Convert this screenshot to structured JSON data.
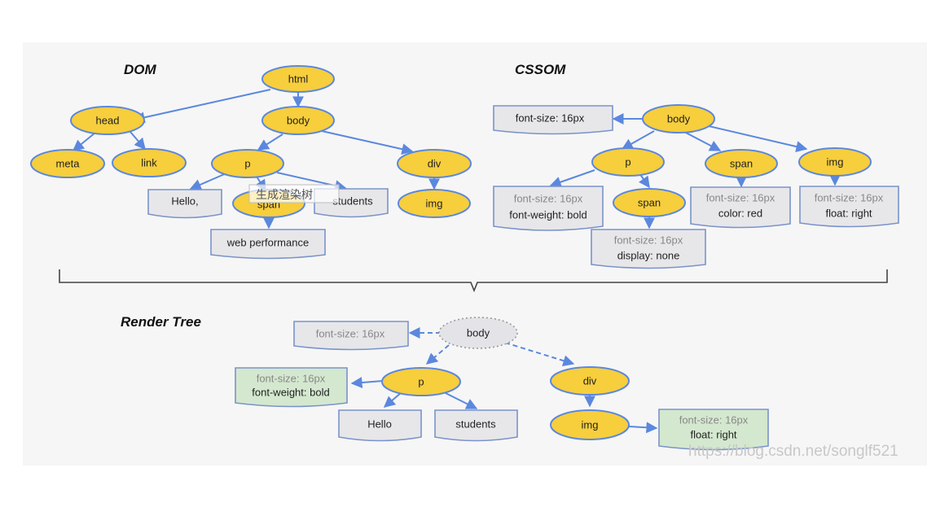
{
  "headings": {
    "dom": "DOM",
    "cssom": "CSSOM",
    "render": "Render Tree"
  },
  "dom": {
    "html": "html",
    "head": "head",
    "body": "body",
    "meta": "meta",
    "link": "link",
    "p": "p",
    "div": "div",
    "span": "span",
    "img": "img",
    "hello": "Hello,",
    "students": "students",
    "web_performance": "web performance"
  },
  "cssom": {
    "body": "body",
    "body_style": "font-size: 16px",
    "p": "p",
    "span": "span",
    "img": "img",
    "span_child": "span",
    "p_style": [
      "font-size: 16px",
      "font-weight: bold"
    ],
    "span_child_style": [
      "font-size: 16px",
      "display: none"
    ],
    "span_style": [
      "font-size: 16px",
      "color: red"
    ],
    "img_style": [
      "font-size: 16px",
      "float: right"
    ]
  },
  "render": {
    "body": "body",
    "body_style": "font-size: 16px",
    "p": "p",
    "div": "div",
    "img": "img",
    "p_style": [
      "font-size: 16px",
      "font-weight: bold"
    ],
    "hello": "Hello",
    "students": "students",
    "img_style": [
      "font-size: 16px",
      "float: right"
    ]
  },
  "overlay_label": "生成渲染树",
  "watermark": "https://blog.csdn.net/songlf521",
  "colors": {
    "node_fill": "#f7ce3c",
    "node_stroke": "#5b88de",
    "arrow": "#5b88de",
    "doc_stroke": "#7a93c9",
    "doc_fill": "#e7e7ea",
    "green_fill": "#d4e8cf"
  }
}
